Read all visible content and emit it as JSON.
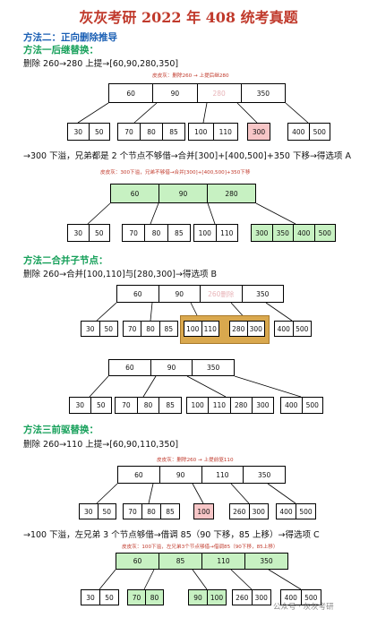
{
  "title": "灰灰考研 2022 年  408  统考真题",
  "method2": {
    "heading": "方法二：正向删除推导",
    "sub1": "方法一后继替换：",
    "step1": "删除 260→280 上提→[60,90,280,350]",
    "note1": "皮皮灰：删除260 → 上提后继280",
    "tree1": {
      "root": [
        "60",
        "90",
        "280",
        "350"
      ],
      "leaves": [
        [
          "30",
          "50"
        ],
        [
          "70",
          "80",
          "85"
        ],
        [
          "100",
          "110"
        ],
        [
          "300"
        ],
        [
          "400",
          "500"
        ]
      ]
    },
    "step2": "→300 下溢，兄弟都是 2 个节点不够借→合并[300]+[400,500]+350 下移→得选项 A",
    "note2": "皮皮灰：300下溢，兄弟不够借→合并[300]+[400,500]+350下移",
    "tree2": {
      "root": [
        "60",
        "90",
        "280"
      ],
      "leaves": [
        [
          "30",
          "50"
        ],
        [
          "70",
          "80",
          "85"
        ],
        [
          "100",
          "110"
        ],
        [
          "300",
          "350",
          "400",
          "500"
        ]
      ]
    }
  },
  "method_merge": {
    "heading": "方法二合并子节点：",
    "step": "删除 260→合并[100,110]与[280,300]→得选项 B",
    "tree3": {
      "root": [
        "60",
        "90",
        "260删除",
        "350"
      ],
      "leaves": [
        [
          "30",
          "50"
        ],
        [
          "70",
          "80",
          "85"
        ],
        [
          "100",
          "110"
        ],
        [
          "280",
          "300"
        ],
        [
          "400",
          "500"
        ]
      ]
    },
    "tree4": {
      "root": [
        "60",
        "90",
        "350"
      ],
      "leaves": [
        [
          "30",
          "50"
        ],
        [
          "70",
          "80",
          "85"
        ],
        [
          "100",
          "110",
          "280",
          "300"
        ],
        [
          "400",
          "500"
        ]
      ]
    }
  },
  "method3": {
    "heading": "方法三前驱替换：",
    "step1": "删除 260→110 上提→[60,90,110,350]",
    "note1": "皮皮灰：删除260 → 上提前驱110",
    "tree5": {
      "root": [
        "60",
        "90",
        "110",
        "350"
      ],
      "leaves": [
        [
          "30",
          "50"
        ],
        [
          "70",
          "80",
          "85"
        ],
        [
          "100"
        ],
        [
          "260",
          "300"
        ],
        [
          "400",
          "500"
        ]
      ]
    },
    "step2": "→100 下溢，左兄弟 3 个节点够借→借调 85（90 下移，85 上移）→得选项 C",
    "note2": "皮皮灰：100下溢，左兄弟3个节点够借→借调85（90下移，85上移）",
    "tree6": {
      "root": [
        "60",
        "85",
        "110",
        "350"
      ],
      "leaves": [
        [
          "30",
          "50"
        ],
        [
          "70",
          "80"
        ],
        [
          "90",
          "100"
        ],
        [
          "260",
          "300"
        ],
        [
          "400",
          "500"
        ]
      ]
    }
  },
  "watermark": "公众号 · 灰灰考研",
  "colors": {
    "title": "#c0392b",
    "heading_blue": "#1a5fb4",
    "heading_green": "#16a05a",
    "highlight_green": "#c7f1c2",
    "highlight_pink": "#f7c6c7",
    "merge_box": "#d9a84e",
    "note_red": "#c0392b"
  }
}
